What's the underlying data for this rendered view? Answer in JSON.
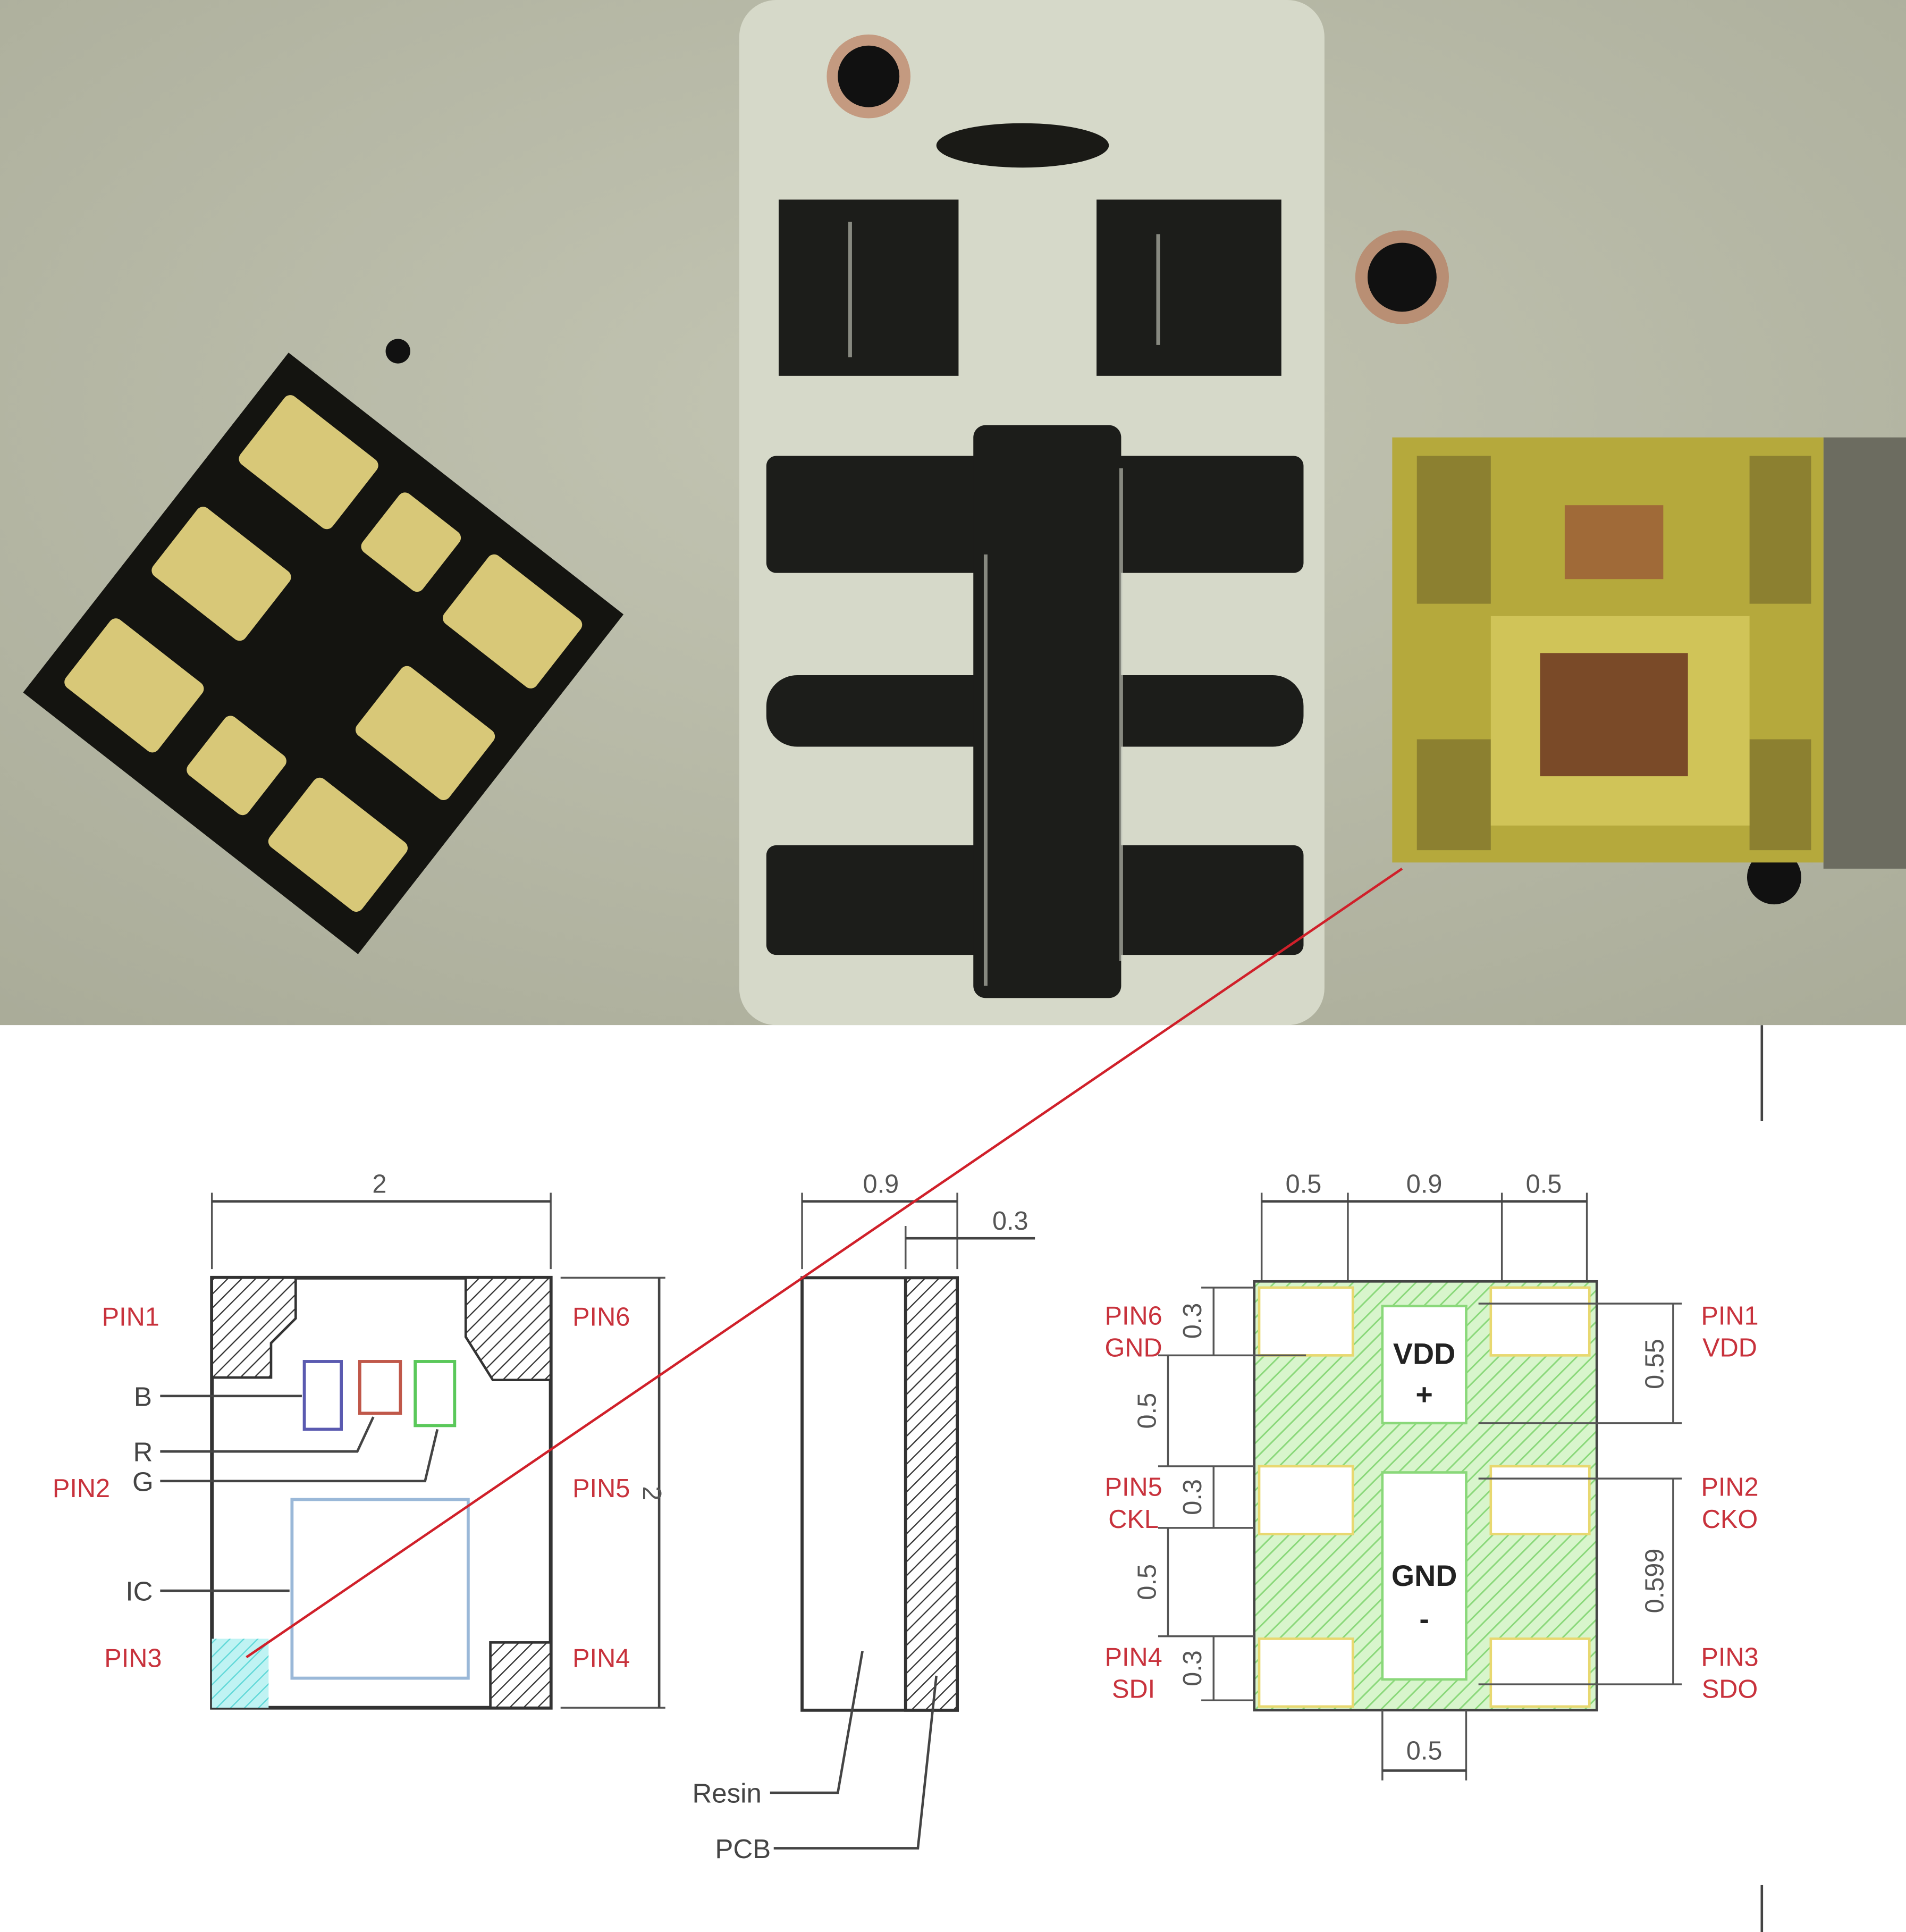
{
  "colors": {
    "pin_label": "#c8323c",
    "pointer_line": "#d0202a",
    "footprint_fill": "#bfeeb0",
    "led_blue": "#5a5ab0",
    "led_red": "#c0584a",
    "led_green": "#5ac85a",
    "ic_outline": "#9ab8d8",
    "pin3_marker": "#7fe6e6"
  },
  "top_view": {
    "width_dim": "2",
    "height_dim": "2",
    "pins": {
      "pin1": "PIN1",
      "pin2": "PIN2",
      "pin3": "PIN3",
      "pin4": "PIN4",
      "pin5": "PIN5",
      "pin6": "PIN6"
    },
    "callouts": {
      "b": "B",
      "r": "R",
      "g": "G",
      "ic": "IC"
    }
  },
  "side_view": {
    "thickness_dim": "0.9",
    "pcb_dim": "0.3",
    "resin_label": "Resin",
    "pcb_label": "PCB"
  },
  "footprint": {
    "top_dims": [
      "0.5",
      "0.9",
      "0.5"
    ],
    "left_dims": [
      "0.3",
      "0.5",
      "0.3",
      "0.5",
      "0.3"
    ],
    "right_dims": [
      "0.55",
      "0.599"
    ],
    "bottom_dim": "0.5",
    "center_pads": {
      "vdd": "VDD",
      "vdd_sign": "+",
      "gnd": "GND",
      "gnd_sign": "-"
    },
    "left_pins": [
      {
        "pin": "PIN6",
        "name": "GND"
      },
      {
        "pin": "PIN5",
        "name": "CKL"
      },
      {
        "pin": "PIN4",
        "name": "SDI"
      }
    ],
    "right_pins": [
      {
        "pin": "PIN1",
        "name": "VDD"
      },
      {
        "pin": "PIN2",
        "name": "CKO"
      },
      {
        "pin": "PIN3",
        "name": "SDO"
      }
    ]
  }
}
